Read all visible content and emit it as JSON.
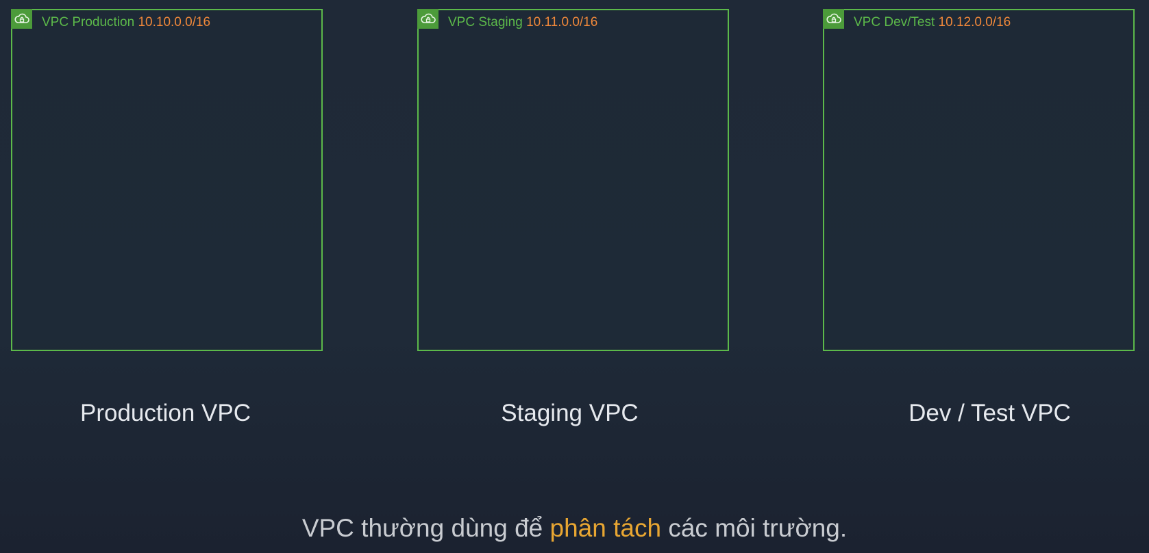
{
  "vpcs": [
    {
      "name": "VPC Production",
      "cidr": "10.10.0.0/16",
      "icon": "vpc-cloud-lock-icon",
      "label": "Production VPC"
    },
    {
      "name": "VPC Staging",
      "cidr": "10.11.0.0/16",
      "icon": "vpc-cloud-lock-icon",
      "label": "Staging VPC"
    },
    {
      "name": "VPC Dev/Test",
      "cidr": "10.12.0.0/16",
      "icon": "vpc-cloud-lock-icon",
      "label": "Dev / Test VPC"
    }
  ],
  "caption": {
    "before": "VPC thường dùng để ",
    "highlight": "phân tách",
    "after": " các môi trường."
  },
  "colors": {
    "vpc_border": "#5cb94a",
    "vpc_icon_bg": "#4c9b3a",
    "cidr": "#f0883a",
    "caption_highlight": "#e8a632",
    "label_text": "#e6e9ee"
  }
}
